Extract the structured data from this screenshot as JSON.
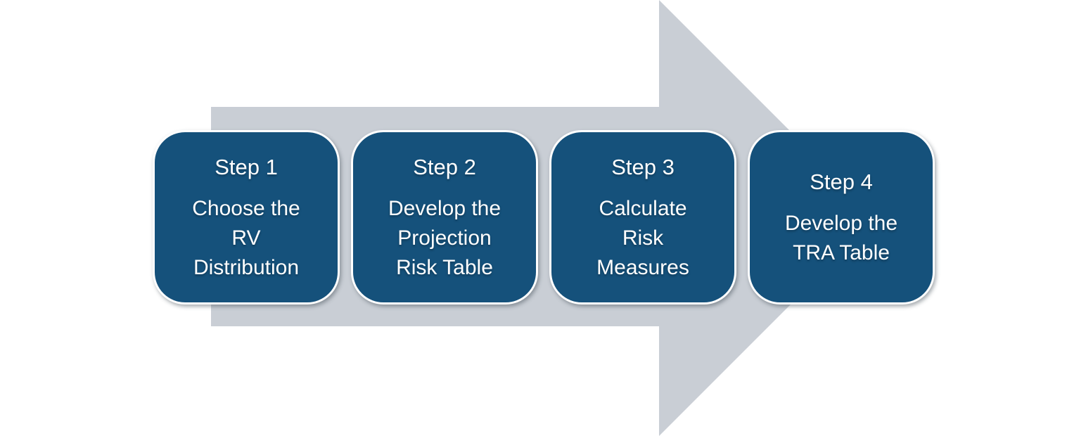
{
  "colors": {
    "background": "#ffffff",
    "arrow": "#c9ced5",
    "box-fill": "#15517b",
    "box-border": "#ffffff",
    "text": "#ffffff"
  },
  "diagram": {
    "type": "process-arrow",
    "direction": "right",
    "steps": [
      {
        "title": "Step 1",
        "description": "Choose the\nRV\nDistribution"
      },
      {
        "title": "Step 2",
        "description": "Develop the\nProjection\nRisk Table"
      },
      {
        "title": "Step 3",
        "description": "Calculate\nRisk\nMeasures"
      },
      {
        "title": "Step 4",
        "description": "Develop the\nTRA Table"
      }
    ]
  }
}
